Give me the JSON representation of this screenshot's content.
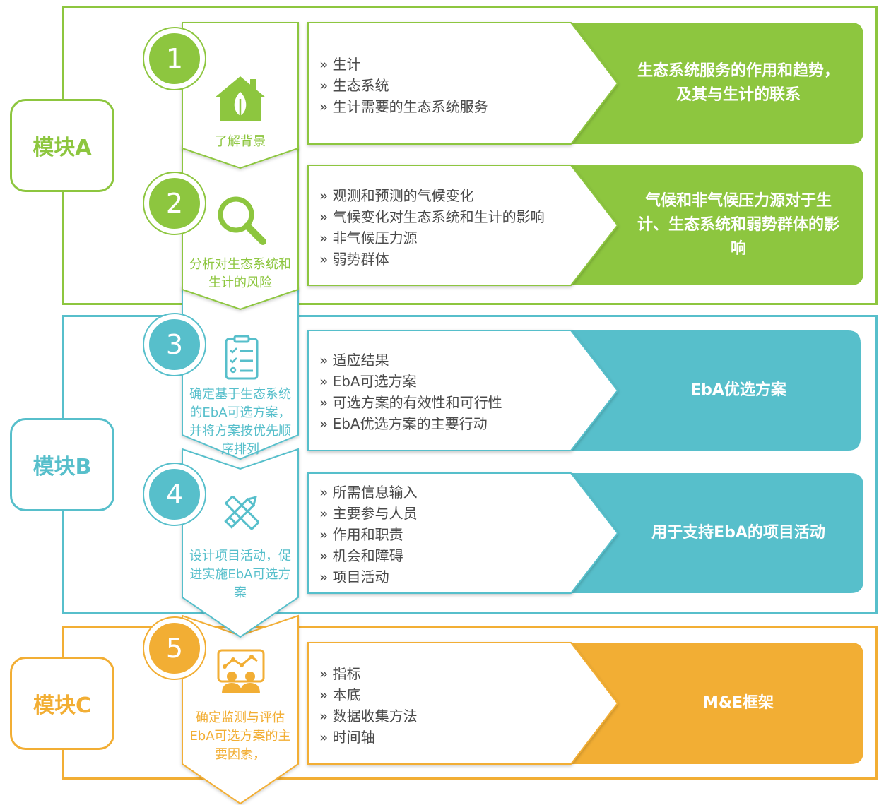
{
  "colors": {
    "green": "#8dc63f",
    "blue": "#57bfcb",
    "orange": "#f2ae34",
    "text": "#4a4a4a"
  },
  "modules": [
    {
      "label": "模块A",
      "color": "#8dc63f"
    },
    {
      "label": "模块B",
      "color": "#57bfcb"
    },
    {
      "label": "模块C",
      "color": "#f2ae34"
    }
  ],
  "steps": [
    {
      "number": "1",
      "icon": "house-leaf-icon",
      "text": "了解背景",
      "color": "#8dc63f"
    },
    {
      "number": "2",
      "icon": "magnifier-icon",
      "text": "分析对生态系统和生计的风险",
      "color": "#8dc63f"
    },
    {
      "number": "3",
      "icon": "checklist-icon",
      "text": "确定基于生态系统的EbA可选方案，并将方案按优先顺序排列",
      "color": "#57bfcb"
    },
    {
      "number": "4",
      "icon": "pencil-ruler-icon",
      "text": "设计项目活动，促进实施EbA可选方案",
      "color": "#57bfcb"
    },
    {
      "number": "5",
      "icon": "people-chart-icon",
      "text": "确定监测与评估EbA可选方案的主要因素，",
      "color": "#f2ae34"
    }
  ],
  "rows": [
    {
      "items": [
        "» 生计",
        "» 生态系统",
        "» 生计需要的生态系统服务"
      ],
      "result": "生态系统服务的作用和趋势，及其与生计的联系"
    },
    {
      "items": [
        "» 观测和预测的气候变化",
        "» 气候变化对生态系统和生计的影响",
        "» 非气候压力源",
        "» 弱势群体"
      ],
      "result": "气候和非气候压力源对于生计、生态系统和弱势群体的影响"
    },
    {
      "items": [
        "» 适应结果",
        "» EbA可选方案",
        "» 可选方案的有效性和可行性",
        "» EbA优选方案的主要行动"
      ],
      "result": "EbA优选方案"
    },
    {
      "items": [
        "» 所需信息输入",
        "» 主要参与人员",
        "» 作用和职责",
        "» 机会和障碍",
        "» 项目活动"
      ],
      "result": "用于支持EbA的项目活动"
    },
    {
      "items": [
        "» 指标",
        "» 本底",
        "» 数据收集方法",
        "» 时间轴"
      ],
      "result": "M&E框架"
    }
  ]
}
